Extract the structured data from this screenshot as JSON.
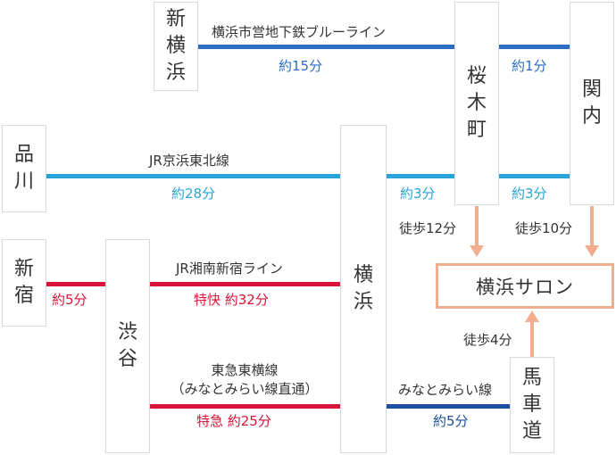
{
  "colors": {
    "blue_line": "#2b6cc4",
    "jr_line": "#29a3d8",
    "shonan_line": "#d9143a",
    "tokyu_line": "#d9143a",
    "minatomirai_line": "#1f4fa0",
    "walk_arrow": "#f2ad8e"
  },
  "stations": {
    "shin_yokohama": "新横浜",
    "sakuragicho": "桜木町",
    "kannai": "関内",
    "shinagawa": "品川",
    "yokohama": "横浜",
    "shinjuku": "新宿",
    "shibuya": "渋谷",
    "bashamichi": "馬車道"
  },
  "lines": {
    "blue_line": {
      "name": "横浜市営地下鉄ブルーライン",
      "time": "約15分"
    },
    "sakuragicho_kannai": {
      "time": "約1分"
    },
    "jr_keihin_tohoku": {
      "name": "JR京浜東北線",
      "time": "約28分"
    },
    "yokohama_sakuragicho": {
      "time": "約3分"
    },
    "sakuragicho_kannai_jr": {
      "time": "約3分"
    },
    "shinjuku_shibuya": {
      "time": "約5分"
    },
    "shonan_shinjuku": {
      "name": "JR湘南新宿ライン",
      "time": "特快 約32分"
    },
    "tokyu_toyoko": {
      "name": "東急東横線",
      "name_sub": "（みなとみらい線直通）",
      "time": "特急 約25分"
    },
    "minatomirai": {
      "name": "みなとみらい線",
      "time": "約5分"
    }
  },
  "walks": {
    "from_sakuragicho": "徒歩12分",
    "from_kannai": "徒歩10分",
    "from_bashamichi": "徒歩4分"
  },
  "destination": "横浜サロン"
}
